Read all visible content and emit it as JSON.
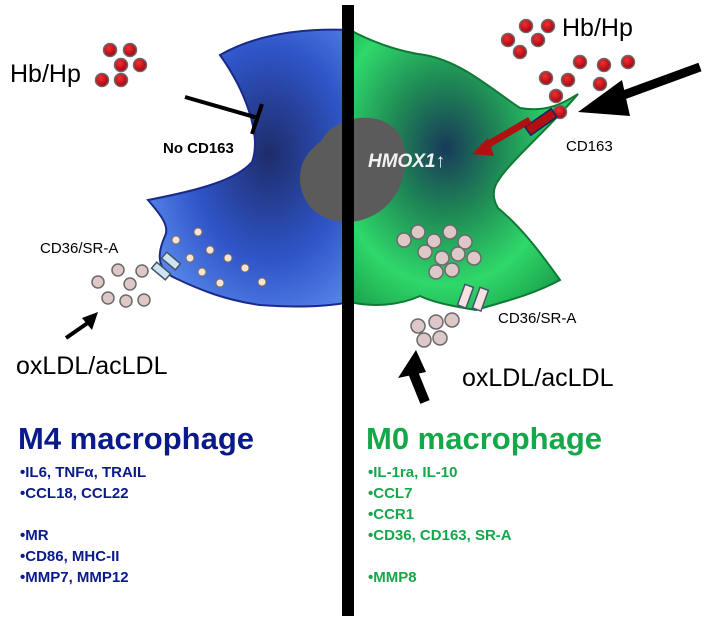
{
  "colors": {
    "m4": "#0a1a8a",
    "m0": "#15a84a",
    "hb": "#c8101a",
    "ldl": "#d8c4c4",
    "divider": "#000000"
  },
  "left": {
    "hbhp": "Hb/Hp",
    "no_cd163": "No CD163",
    "cd36": "CD36/SR-A",
    "oxldl": "oxLDL/acLDL",
    "title": "M4 macrophage",
    "markers": [
      "•IL6, TNFα, TRAIL",
      "•CCL18, CCL22",
      "",
      "•MR",
      "•CD86, MHC-II",
      "•MMP7, MMP12"
    ]
  },
  "right": {
    "hbhp": "Hb/Hp",
    "cd163": "CD163",
    "hmox": "HMOX1↑",
    "cd36": "CD36/SR-A",
    "oxldl": "oxLDL/acLDL",
    "title": "M0 macrophage",
    "markers": [
      "•IL-1ra, IL-10",
      "•CCL7",
      "•CCR1",
      "•CD36, CD163, SR-A",
      "",
      "•MMP8"
    ]
  }
}
